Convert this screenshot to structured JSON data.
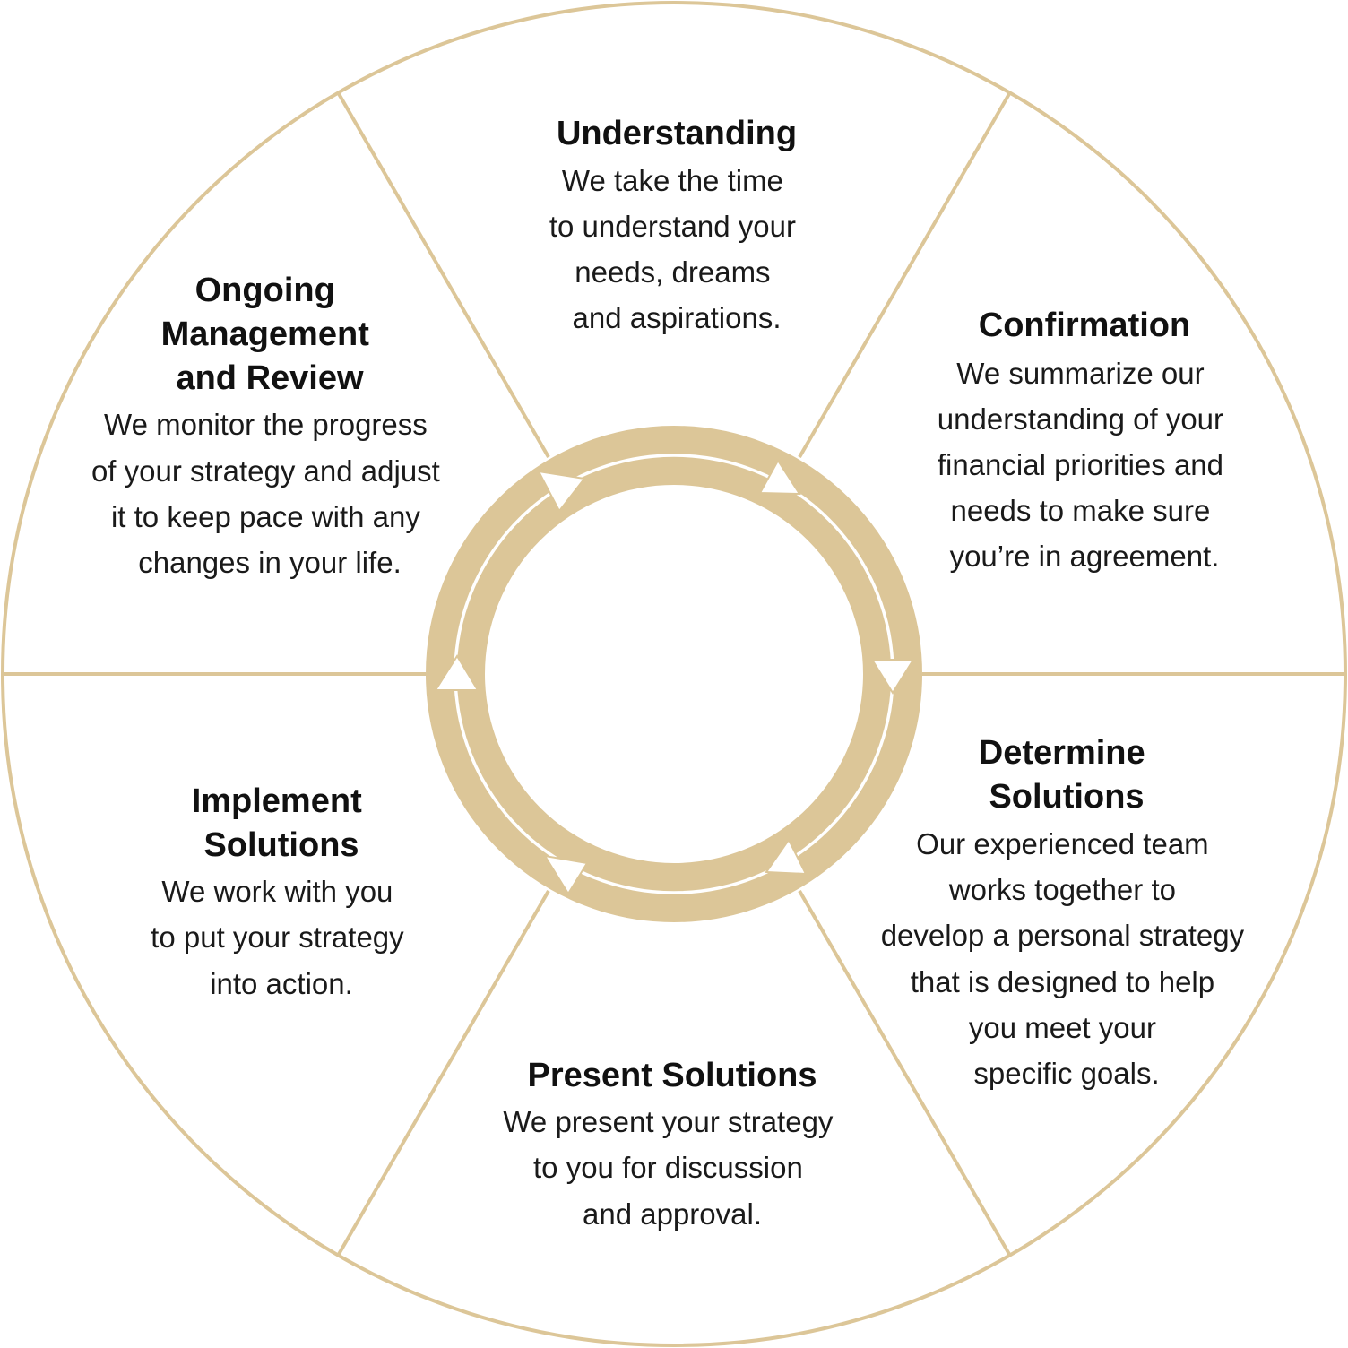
{
  "colors": {
    "accent": "#dcc698",
    "outline": "#dcc698",
    "heading_text": "#111111",
    "body_text": "#1a1a1a",
    "arrow_fill": "#ffffff"
  },
  "segments": [
    {
      "key": "understanding",
      "title": [
        "Understanding"
      ],
      "body": [
        "We take the time",
        "to understand your",
        "needs, dreams",
        "and aspirations."
      ]
    },
    {
      "key": "confirmation",
      "title": [
        "Confirmation"
      ],
      "body": [
        "We summarize our",
        "understanding of your",
        "financial priorities and",
        "needs to make sure",
        "you’re in agreement."
      ]
    },
    {
      "key": "determine-solutions",
      "title": [
        "Determine",
        "Solutions"
      ],
      "body": [
        "Our experienced team",
        "works together to",
        "develop a personal strategy",
        "that is designed to help",
        "you meet your",
        "specific goals."
      ]
    },
    {
      "key": "present-solutions",
      "title": [
        "Present Solutions"
      ],
      "body": [
        "We present your strategy",
        "to you for discussion",
        "and approval."
      ]
    },
    {
      "key": "implement-solutions",
      "title": [
        "Implement",
        "Solutions"
      ],
      "body": [
        "We work with you",
        "to put your strategy",
        "into action."
      ]
    },
    {
      "key": "ongoing-management",
      "title": [
        "Ongoing",
        "Management",
        "and Review"
      ],
      "body": [
        "We monitor the progress",
        "of your strategy and adjust",
        "it to keep pace with any",
        "changes in your life."
      ]
    }
  ]
}
